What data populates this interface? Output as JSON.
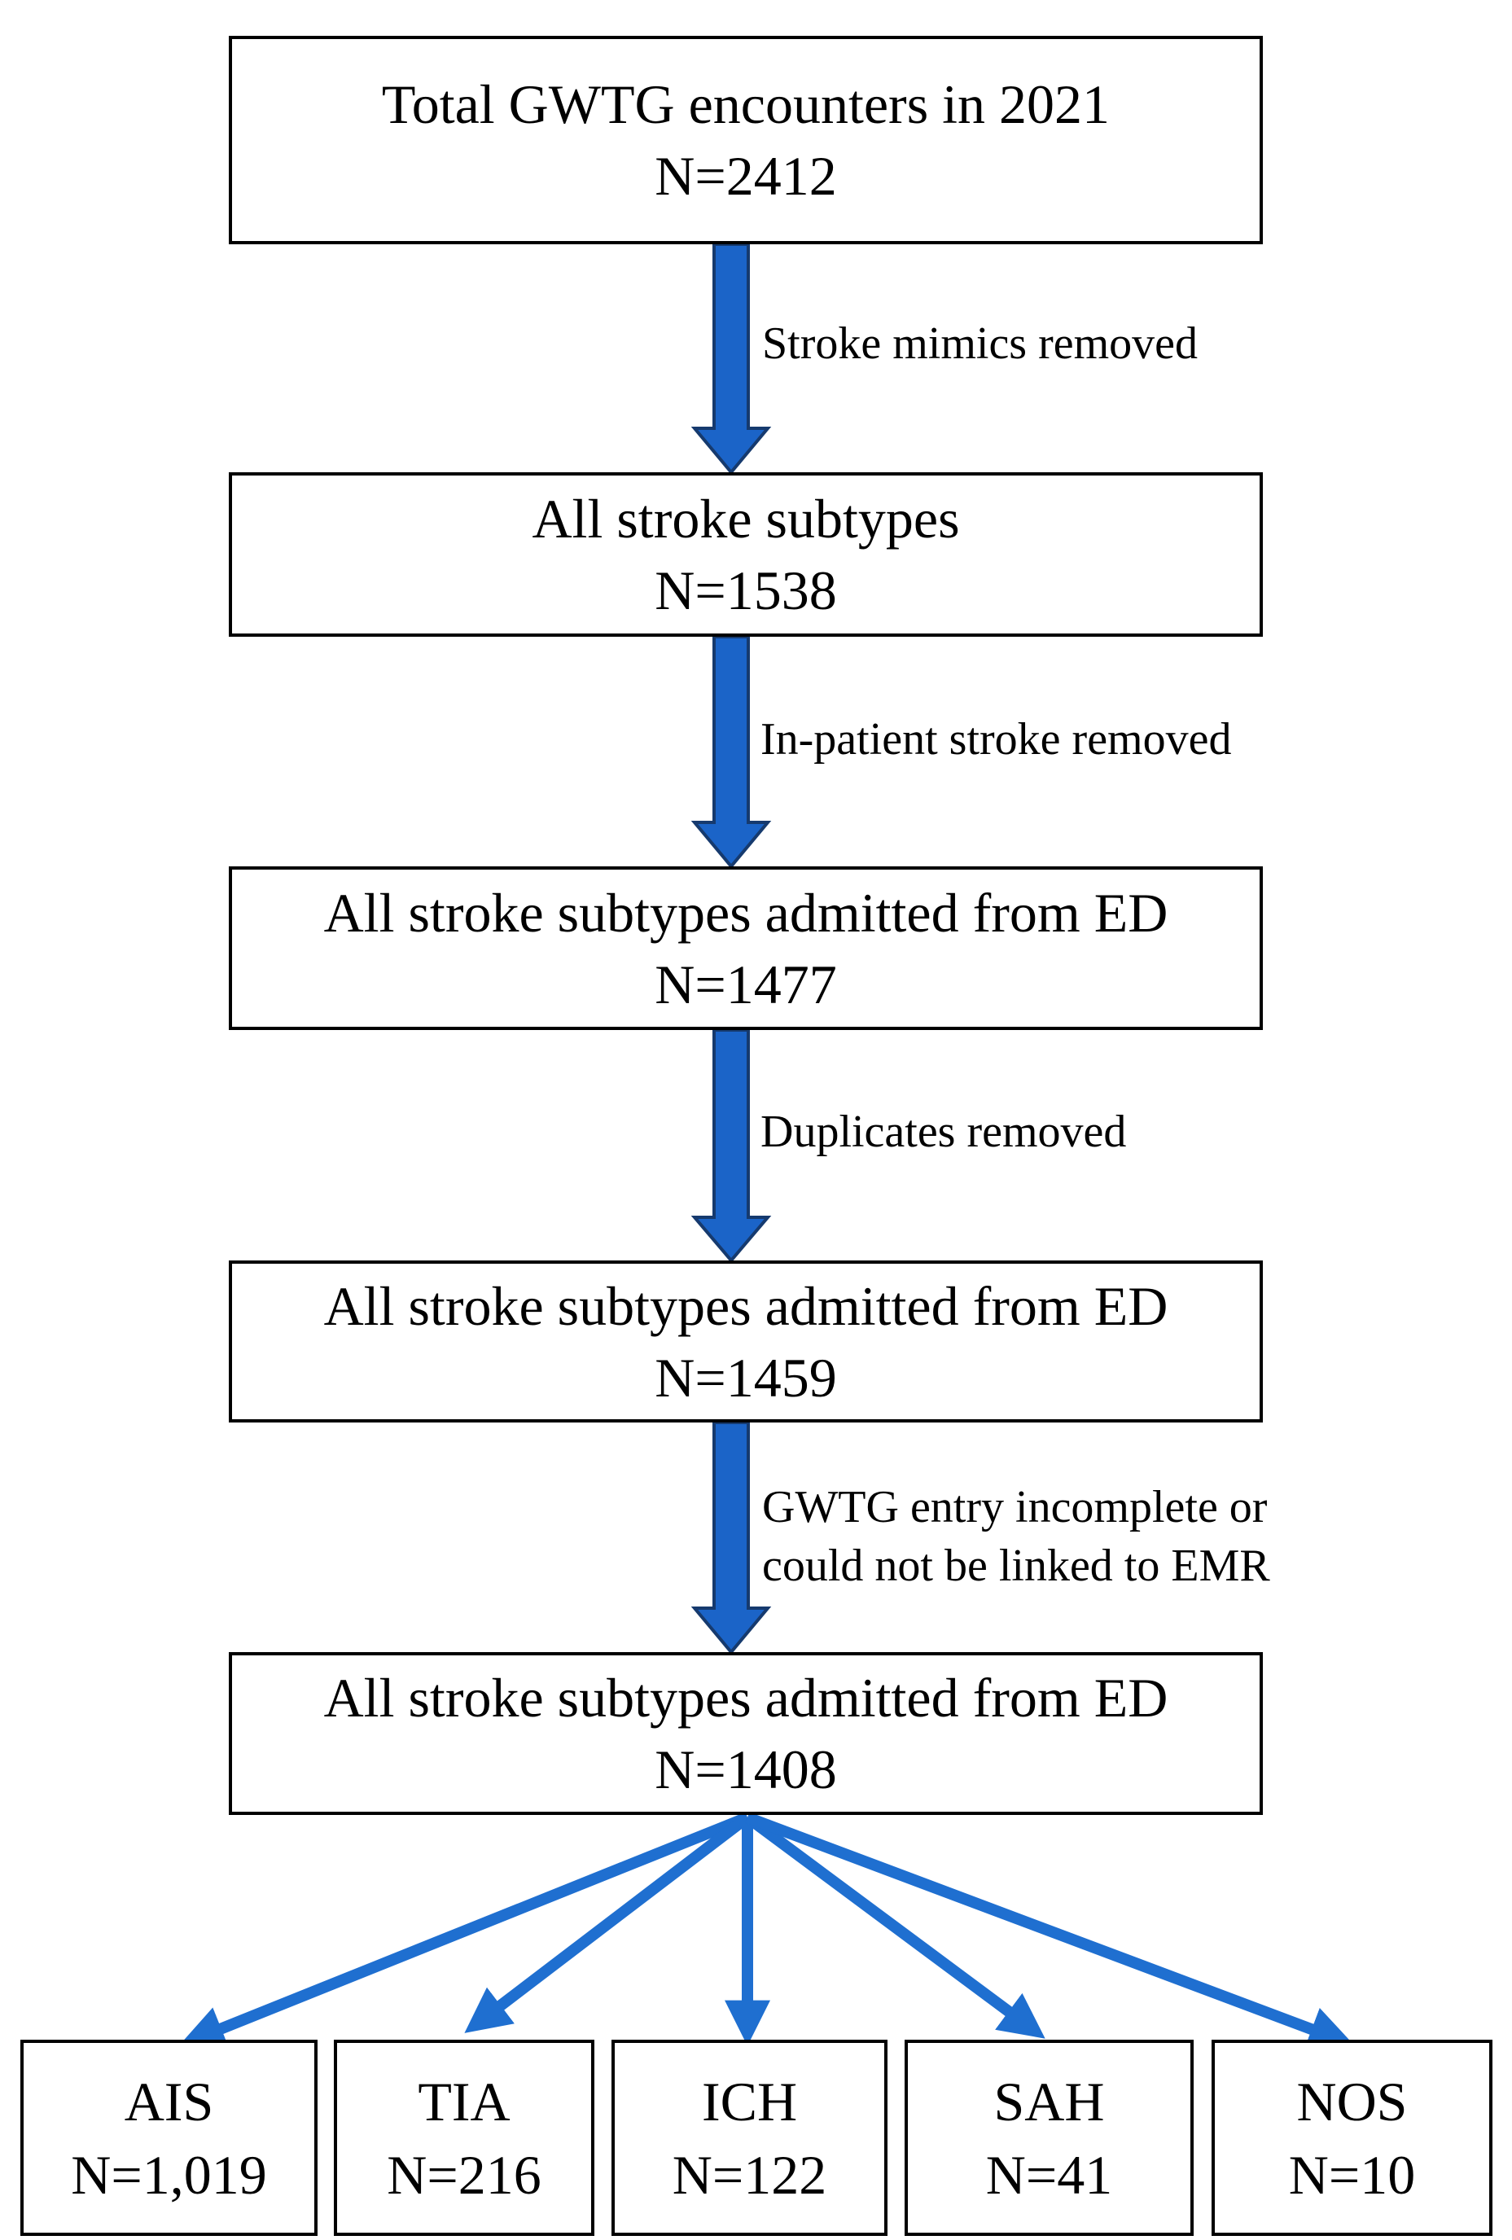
{
  "colors": {
    "stem_arrow_fill": "#1b64c8",
    "stem_arrow_outline": "#163a6e",
    "branch_arrow": "#1f6fd0",
    "box_border": "#000000"
  },
  "flow_boxes": [
    {
      "line1": "Total GWTG encounters in 2021",
      "line2": "N=2412"
    },
    {
      "line1": "All stroke subtypes",
      "line2": "N=1538"
    },
    {
      "line1": "All stroke subtypes admitted from ED",
      "line2": "N=1477"
    },
    {
      "line1": "All stroke subtypes admitted from ED",
      "line2": "N=1459"
    },
    {
      "line1": "All stroke subtypes admitted from ED",
      "line2": "N=1408"
    }
  ],
  "exclusions": [
    {
      "line1": "Stroke mimics removed"
    },
    {
      "line1": "In-patient stroke removed"
    },
    {
      "line1": "Duplicates removed"
    },
    {
      "line1": "GWTG entry incomplete or",
      "line2": "could not be linked to EMR"
    }
  ],
  "subtypes": [
    {
      "label": "AIS",
      "count": "N=1,019"
    },
    {
      "label": "TIA",
      "count": "N=216"
    },
    {
      "label": "ICH",
      "count": "N=122"
    },
    {
      "label": "SAH",
      "count": "N=41"
    },
    {
      "label": "NOS",
      "count": "N=10"
    }
  ]
}
